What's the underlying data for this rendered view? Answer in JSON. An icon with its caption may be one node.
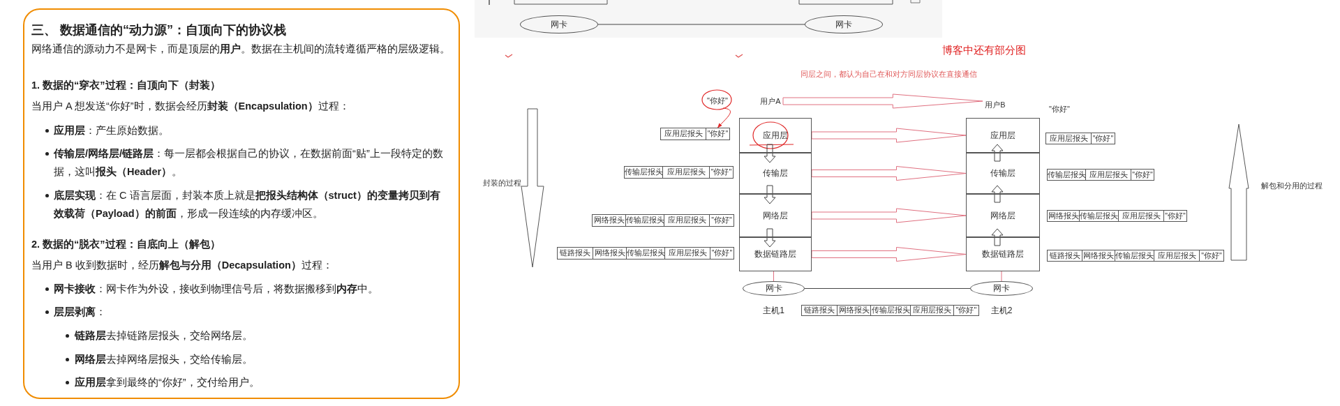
{
  "diagram": {
    "nodes": [
      {
        "text": [
          "三、 数据通信的“动力源”：自顶向下的协议栈",
          "网络通信的源动力不是网卡，而是顶层的**用户**。数据在主机间的流转遵循严格的层级逻辑。",
          "1. 数据的“穿衣”过程：自顶向下（封装）",
          "当用户 A 想发送“你好”时，数据会经历**封装（Encapsulation）**过程：",
          "**应用层**：产生原始数据。",
          "**传输层/网络层/链路层**：每一层都会根据自己的协议，在数据前面“贴”上一段特定的数据，这叫**报头（Header）**。",
          "**底层实现**：在 C 语言层面，封装本质上就是**把报头结构体（struct）的变量拷贝到有效载荷（Payload）的前面**，形成一段连续的内存缓冲区。",
          "2. 数据的“脱衣”过程：自底向上（解包）",
          "当用户 B 收到数据时，经历**解包与分用（Decapsulation）**过程：",
          "**网卡接收**：网卡作为外设，接收到物理信号后，将数据搬移到**内存**中。",
          "**层层剥离**：",
          "**链路层**去掉链路层报头，交给网络层。",
          "**网络层**去掉网络层报头，交给传输层。",
          "**应用层**拿到最终的“你好”，交付给用户。"
        ]
      },
      {
        "text": [
          "网卡"
        ]
      },
      {
        "text": [
          "网卡"
        ]
      },
      {
        "text": [
          "\"你好\""
        ]
      },
      {
        "text": [
          "用户A"
        ]
      },
      {
        "text": [
          "用户B"
        ]
      },
      {
        "text": [
          "应用层报头"
        ]
      },
      {
        "text": [
          "\"你好\""
        ]
      },
      {
        "text": [
          "应用层"
        ]
      },
      {
        "text": [
          "应用层"
        ]
      },
      {
        "text": [
          "应用层报头"
        ]
      },
      {
        "text": [
          "\"你好\""
        ]
      },
      {
        "text": [
          "传输层报头"
        ]
      },
      {
        "text": [
          "应用层报头"
        ]
      },
      {
        "text": [
          "\"你好\""
        ]
      },
      {
        "text": [
          "传输层"
        ]
      },
      {
        "text": [
          "传输层"
        ]
      },
      {
        "text": [
          "传输层报头"
        ]
      },
      {
        "text": [
          "应用层报头"
        ]
      },
      {
        "text": [
          "\"你好\""
        ]
      },
      {
        "text": [
          "网络报头"
        ]
      },
      {
        "text": [
          "传输层报头"
        ]
      },
      {
        "text": [
          "应用层报头"
        ]
      },
      {
        "text": [
          "\"你好\""
        ]
      },
      {
        "text": [
          "网络层"
        ]
      },
      {
        "text": [
          "网络层"
        ]
      },
      {
        "text": [
          "网络报头"
        ]
      },
      {
        "text": [
          "传输层报头"
        ]
      },
      {
        "text": [
          "应用层报头"
        ]
      },
      {
        "text": [
          "\"你好\""
        ]
      },
      {
        "text": [
          "链路报头"
        ]
      },
      {
        "text": [
          "网络报头"
        ]
      },
      {
        "text": [
          "传输层报头"
        ]
      },
      {
        "text": [
          "应用层报头"
        ]
      },
      {
        "text": [
          "\"你好\""
        ]
      },
      {
        "text": [
          "数据链路层"
        ]
      },
      {
        "text": [
          "数据链路层"
        ]
      },
      {
        "text": [
          "链路报头"
        ]
      },
      {
        "text": [
          "网络报头"
        ]
      },
      {
        "text": [
          "传输层报头"
        ]
      },
      {
        "text": [
          "应用层报头"
        ]
      },
      {
        "text": [
          "\"你好\""
        ]
      },
      {
        "text": [
          "网卡"
        ],
        "beside": [
          "主机1"
        ]
      },
      {
        "text": [
          "网卡"
        ],
        "beside": [
          "主机2"
        ]
      },
      {
        "text": [
          "链路报头"
        ]
      },
      {
        "text": [
          "网络报头"
        ]
      },
      {
        "text": [
          "传输层报头"
        ]
      },
      {
        "text": [
          "应用层报头"
        ]
      },
      {
        "text": [
          "\"你好\""
        ]
      }
    ],
    "edges": [
      {
        "from": 1,
        "to": 2,
        "arrow": "none"
      },
      {
        "from": 3,
        "to": 7,
        "arrow": "to",
        "color": "#e02828"
      },
      {
        "from": 4,
        "to": 5,
        "arrow": "to",
        "color": "#e07080"
      },
      {
        "from": 8,
        "to": 9,
        "arrow": "to",
        "color": "#e07080"
      },
      {
        "from": 15,
        "to": 16,
        "arrow": "to",
        "color": "#e07080"
      },
      {
        "from": 24,
        "to": 25,
        "arrow": "to",
        "color": "#e07080"
      },
      {
        "from": 35,
        "to": 36,
        "arrow": "to",
        "color": "#e07080"
      },
      {
        "from": 8,
        "to": 15,
        "arrow": "to"
      },
      {
        "from": 15,
        "to": 24,
        "arrow": "to"
      },
      {
        "from": 24,
        "to": 35,
        "arrow": "to"
      },
      {
        "from": 16,
        "to": 9,
        "arrow": "to"
      },
      {
        "from": 25,
        "to": 16,
        "arrow": "to"
      },
      {
        "from": 36,
        "to": 25,
        "arrow": "to"
      },
      {
        "from": 35,
        "to": 42,
        "arrow": "none",
        "color": "#e07080"
      },
      {
        "from": 36,
        "to": 43,
        "arrow": "none",
        "color": "#e07080"
      },
      {
        "from": 42,
        "to": 43,
        "arrow": "none"
      }
    ],
    "labels": [
      "博客中还有部分图",
      "同层之间，都认为自己在和对方同层协议在直接通信",
      "\"你好\"",
      "封装的过程",
      "解包和分用的过程"
    ]
  }
}
